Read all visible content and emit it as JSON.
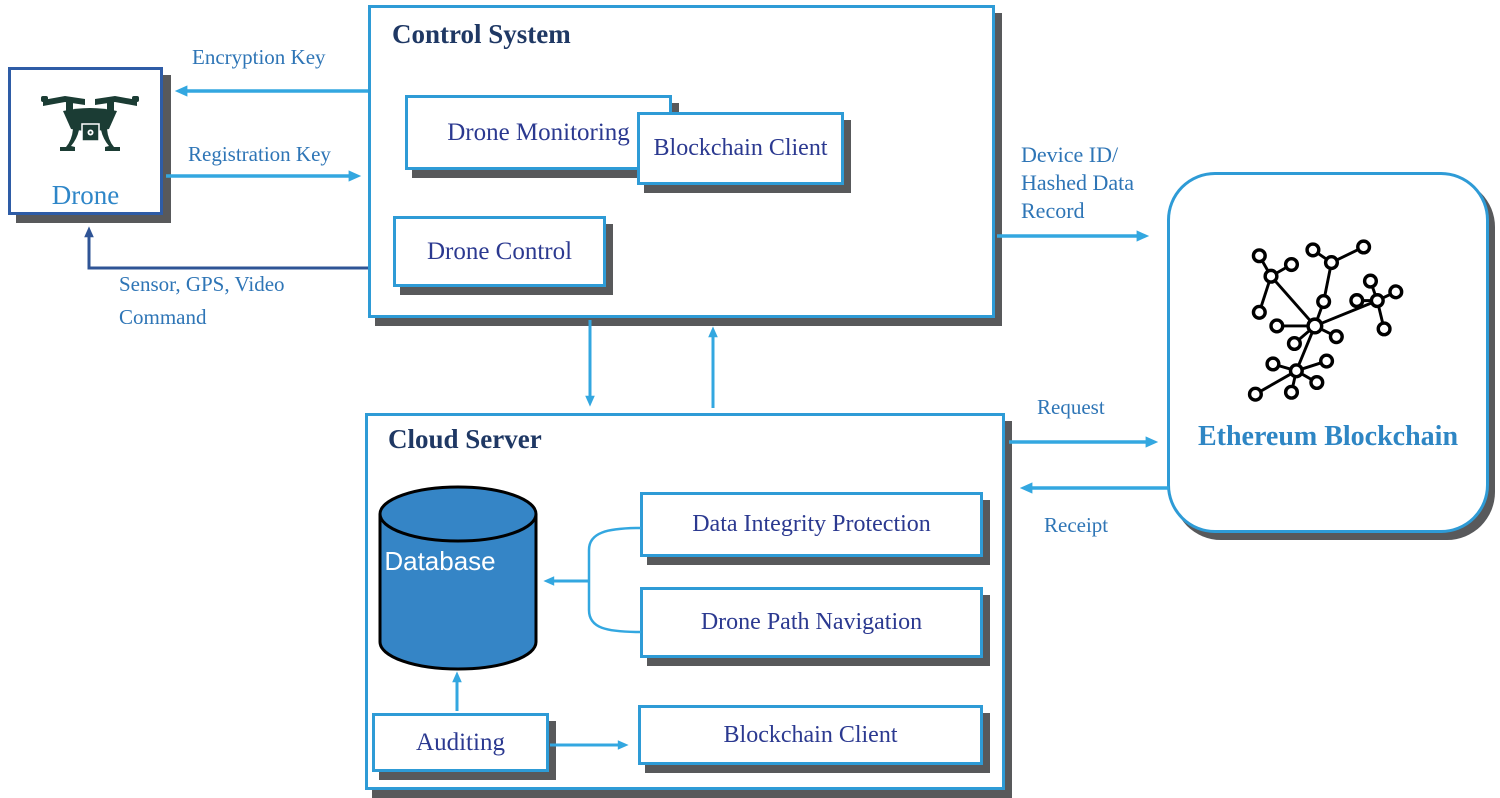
{
  "colors": {
    "light_blue": "#33A7E0",
    "border_blue": "#2E9BD6",
    "royal_blue": "#2F5496",
    "drone_border": "#2E5CA6",
    "navy_title": "#1F3864",
    "box_text_navy": "#2B3990",
    "label_blue": "#2E75B6",
    "ethereum_blue": "#2E86C4",
    "drone_label_blue": "#2E86C8",
    "database_fill": "#3585C6",
    "shadow_gray": "#58595B"
  },
  "drone": {
    "label": "Drone"
  },
  "control_system": {
    "title": "Control System",
    "boxes": {
      "drone_monitoring": "Drone Monitoring",
      "blockchain_client": "Blockchain Client",
      "drone_control": "Drone Control"
    }
  },
  "cloud_server": {
    "title": "Cloud Server",
    "database_label": "Database",
    "boxes": {
      "data_integrity": "Data Integrity Protection",
      "drone_path": "Drone Path Navigation",
      "auditing": "Auditing",
      "blockchain_client": "Blockchain Client"
    }
  },
  "ethereum": {
    "label": "Ethereum Blockchain"
  },
  "edge_labels": {
    "encryption_key": "Encryption Key",
    "registration_key": "Registration Key",
    "sensor_line1": "Sensor, GPS, Video",
    "sensor_line2": "Command",
    "device_id_line1": "Device ID/",
    "device_id_line2": "Hashed Data",
    "device_id_line3": "Record",
    "request": "Request",
    "receipt": "Receipt"
  }
}
